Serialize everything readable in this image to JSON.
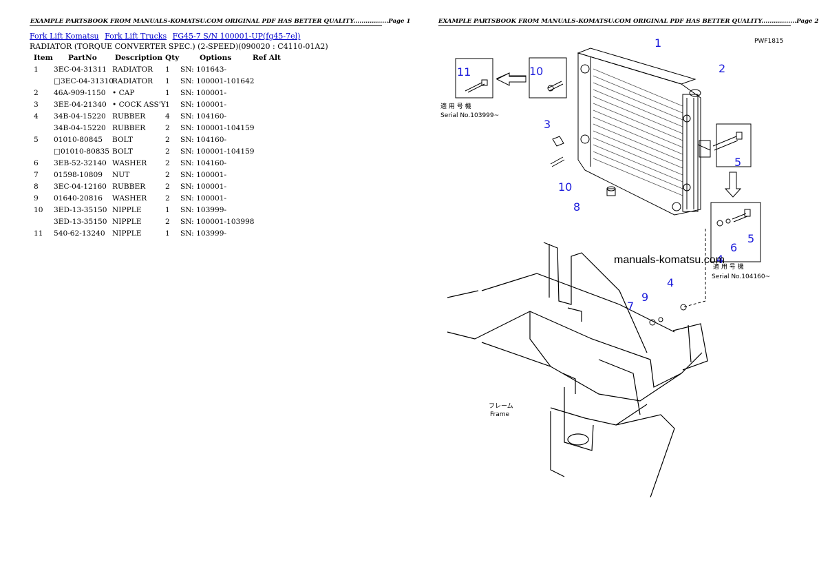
{
  "header": {
    "page1": "EXAMPLE PARTSBOOK FROM MANUALS-KOMATSU.COM ORIGINAL PDF HAS BETTER QUALITY.................Page 1",
    "page2": "EXAMPLE PARTSBOOK FROM MANUALS-KOMATSU.COM ORIGINAL PDF HAS BETTER QUALITY.................Page 2"
  },
  "breadcrumbs": [
    "Fork Lift Komatsu",
    "Fork Lift Trucks",
    "FG45-7 S/N 100001-UP(fg45-7el)"
  ],
  "subtitle": "RADIATOR (TORQUE CONVERTER SPEC.) (2-SPEED)(090020 : C4110-01A2)",
  "table": {
    "headers": {
      "item": "Item",
      "part": "PartNo",
      "desc": "Description",
      "qty": "Qty",
      "opt": "Options",
      "ref": "Ref Alt"
    },
    "rows": [
      {
        "item": "1",
        "part": "3EC-04-31311",
        "desc": "RADIATOR",
        "qty": "1",
        "opt": "SN: 101643-"
      },
      {
        "item": "",
        "part": "□3EC-04-31310",
        "desc": "RADIATOR",
        "qty": "1",
        "opt": "SN: 100001-101642"
      },
      {
        "item": "2",
        "part": "46A-909-1150",
        "desc": "• CAP",
        "qty": "1",
        "opt": "SN: 100001-"
      },
      {
        "item": "3",
        "part": "3EE-04-21340",
        "desc": "• COCK ASS'Y",
        "qty": "1",
        "opt": "SN: 100001-"
      },
      {
        "item": "4",
        "part": "34B-04-15220",
        "desc": "RUBBER",
        "qty": "4",
        "opt": "SN: 104160-"
      },
      {
        "item": "",
        "part": "34B-04-15220",
        "desc": "RUBBER",
        "qty": "2",
        "opt": "SN: 100001-104159"
      },
      {
        "item": "5",
        "part": "01010-80845",
        "desc": "BOLT",
        "qty": "2",
        "opt": "SN: 104160-"
      },
      {
        "item": "",
        "part": "□01010-80835",
        "desc": "BOLT",
        "qty": "2",
        "opt": "SN: 100001-104159"
      },
      {
        "item": "6",
        "part": "3EB-52-32140",
        "desc": "WASHER",
        "qty": "2",
        "opt": "SN: 104160-"
      },
      {
        "item": "7",
        "part": "01598-10809",
        "desc": "NUT",
        "qty": "2",
        "opt": "SN: 100001-"
      },
      {
        "item": "8",
        "part": "3EC-04-12160",
        "desc": "RUBBER",
        "qty": "2",
        "opt": "SN: 100001-"
      },
      {
        "item": "9",
        "part": "01640-20816",
        "desc": "WASHER",
        "qty": "2",
        "opt": "SN: 100001-"
      },
      {
        "item": "10",
        "part": "3ED-13-35150",
        "desc": "NIPPLE",
        "qty": "1",
        "opt": "SN: 103999-"
      },
      {
        "item": "",
        "part": "3ED-13-35150",
        "desc": "NIPPLE",
        "qty": "2",
        "opt": "SN: 100001-103998"
      },
      {
        "item": "11",
        "part": "540-62-13240",
        "desc": "NIPPLE",
        "qty": "1",
        "opt": "SN: 103999-"
      }
    ]
  },
  "diagram": {
    "code": "PWF1815",
    "callouts": [
      "1",
      "2",
      "3",
      "4",
      "5",
      "6",
      "7",
      "8",
      "9",
      "10",
      "11"
    ],
    "serial_note_1": "適 用 号 機",
    "serial_note_1b": "Serial No.103999~",
    "serial_note_2": "適 用 号 機",
    "serial_note_2b": "Serial No.104160~",
    "frame_jp": "フレーム",
    "frame_en": "Frame",
    "callout_color": "#1a1adb"
  },
  "watermark": "manuals-komatsu.com"
}
